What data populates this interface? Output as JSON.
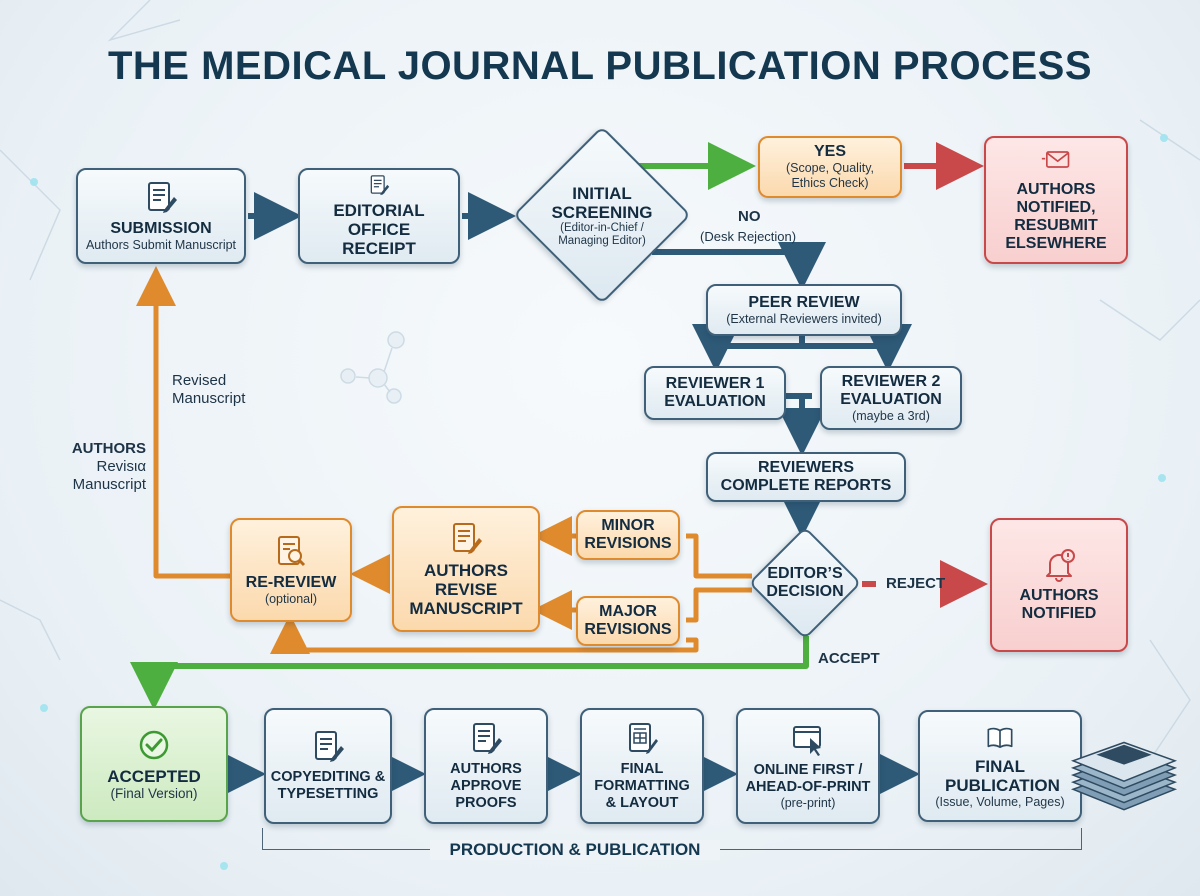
{
  "title": "THE MEDICAL JOURNAL PUBLICATION PROCESS",
  "nodes": {
    "submission": {
      "title": "SUBMISSION",
      "sub": "Authors Submit Manuscript",
      "icon": "document-pen-icon"
    },
    "editorial": {
      "title": "EDITORIAL OFFICE RECEIPT",
      "icon": "document-pen-icon"
    },
    "screening": {
      "title": "INITIAL SCREENING",
      "sub": "(Editor-in-Chief / Managing Editor)"
    },
    "yes": {
      "title": "YES",
      "sub": "(Scope, Quality, Ethics Check)"
    },
    "notified_resubmit": {
      "title": "AUTHORS NOTIFIED, RESUBMIT ELSEWHERE",
      "icon": "envelope-icon"
    },
    "peer_review": {
      "title": "PEER REVIEW",
      "sub": "(External Reviewers invited)"
    },
    "reviewer1": {
      "title": "REVIEWER 1 EVALUATION"
    },
    "reviewer2": {
      "title": "REVIEWER 2 EVALUATION",
      "sub": "(maybe a 3rd)"
    },
    "reports": {
      "title": "REVIEWERS COMPLETE REPORTS"
    },
    "decision": {
      "title": "EDITOR’S DECISION"
    },
    "minor": {
      "title": "MINOR REVISIONS"
    },
    "major": {
      "title": "MAJOR REVISIONS"
    },
    "revise": {
      "title": "AUTHORS REVISE MANUSCRIPT",
      "icon": "document-pen-icon"
    },
    "rereview": {
      "title": "RE-REVIEW",
      "sub": "(optional)",
      "icon": "document-search-icon"
    },
    "notified": {
      "title": "AUTHORS NOTIFIED",
      "icon": "bell-alert-icon"
    },
    "accepted": {
      "title": "ACCEPTED",
      "sub": "(Final Version)",
      "icon": "check-circle-icon"
    },
    "copyediting": {
      "title": "COPYEDITING & TYPESETTING",
      "icon": "document-pen-icon"
    },
    "proofs": {
      "title": "AUTHORS APPROVE PROOFS",
      "icon": "document-pen-icon"
    },
    "formatting": {
      "title": "FINAL FORMATTING & LAYOUT",
      "icon": "layout-pen-icon"
    },
    "online_first": {
      "title": "ONLINE FIRST / AHEAD-OF-PRINT",
      "sub": "(pre-print)",
      "icon": "browser-cursor-icon"
    },
    "final_pub": {
      "title": "FINAL PUBLICATION",
      "sub": "(Issue, Volume, Pages)",
      "icon": "open-book-icon"
    }
  },
  "labels": {
    "no": "NO",
    "desk_rejection": "(Desk Rejection)",
    "revised_manuscript": "Revised Manuscript",
    "authors_revision_head": "AUTHORS",
    "authors_revision_line2": "Revisια",
    "authors_revision_line3": "Manuscript",
    "reject": "REJECT",
    "accept": "ACCEPT",
    "production": "PRODUCTION & PUBLICATION"
  },
  "colors": {
    "navy": "#3f6078",
    "arrow_navy": "#2e5a78",
    "orange": "#e08a2e",
    "red": "#c9484a",
    "green": "#4caf3f"
  }
}
